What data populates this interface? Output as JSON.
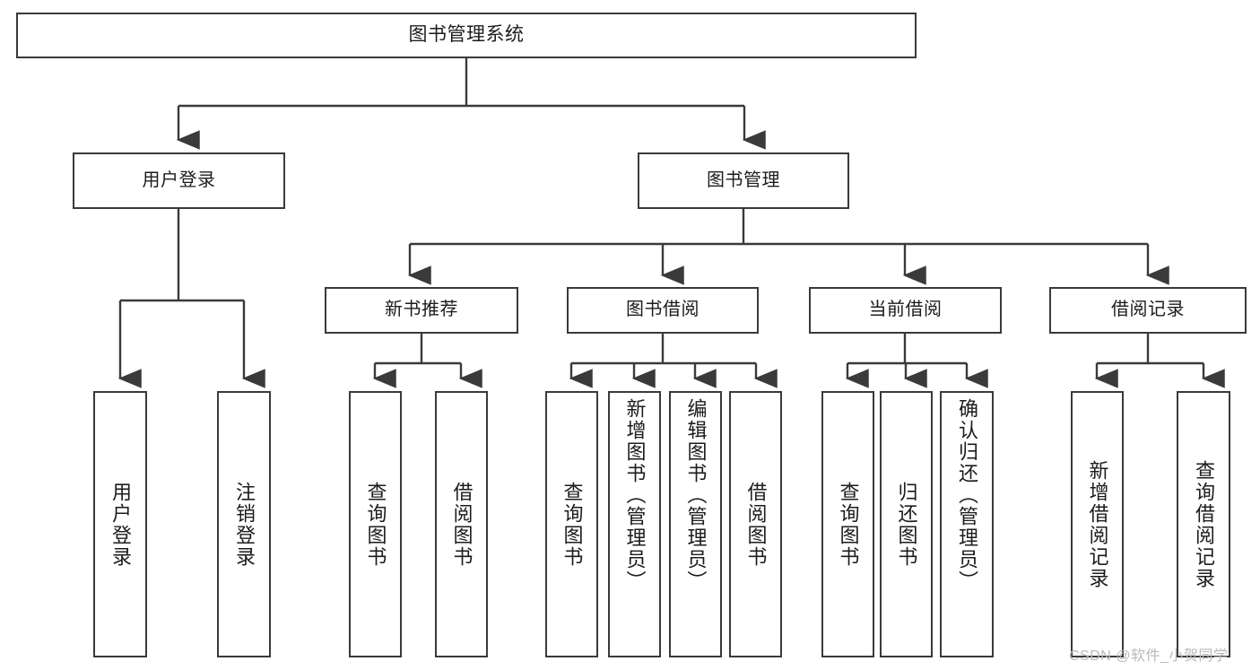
{
  "diagram": {
    "title": "图书管理系统",
    "type": "function-structure-tree",
    "watermark": "CSDN @软件_小贺同学",
    "colors": {
      "background": "#ffffff",
      "box_border": "#3a3a3a",
      "box_fill": "#ffffff",
      "text": "#1c1c1c",
      "edge": "#3a3a3a",
      "watermark": "#b9b9b9"
    },
    "root": {
      "label": "图书管理系统"
    },
    "level2": [
      {
        "label": "用户登录"
      },
      {
        "label": "图书管理"
      }
    ],
    "level3": [
      {
        "label": "新书推荐"
      },
      {
        "label": "图书借阅"
      },
      {
        "label": "当前借阅"
      },
      {
        "label": "借阅记录"
      }
    ],
    "leaves": {
      "user_login": [
        {
          "label": "用户登录"
        },
        {
          "label": "注销登录"
        }
      ],
      "new_book_recommend": [
        {
          "label": "查询图书"
        },
        {
          "label": "借阅图书"
        }
      ],
      "book_borrow": [
        {
          "label": "查询图书"
        },
        {
          "label": "新增图书（管理员）"
        },
        {
          "label": "编辑图书（管理员）"
        },
        {
          "label": "借阅图书"
        }
      ],
      "current_borrow": [
        {
          "label": "查询图书"
        },
        {
          "label": "归还图书"
        },
        {
          "label": "确认归还（管理员）"
        }
      ],
      "borrow_record": [
        {
          "label": "新增借阅记录"
        },
        {
          "label": "查询借阅记录"
        }
      ]
    }
  }
}
